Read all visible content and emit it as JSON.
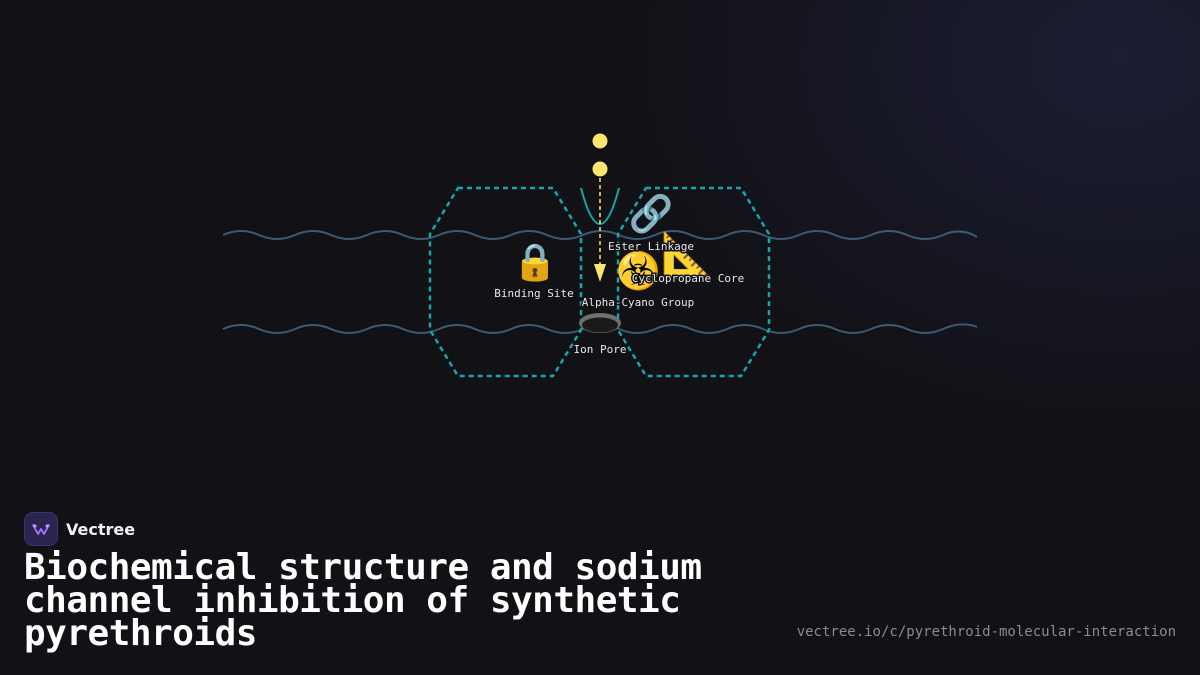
{
  "brand": {
    "name": "Vectree",
    "logo_icon": "vectree-logo-icon",
    "logo_bg": "#2a2450",
    "logo_color": "#a970ff"
  },
  "title": "Biochemical structure and sodium channel inhibition of synthetic pyrethroids",
  "url": "vectree.io/c/pyrethroid-molecular-interaction",
  "colors": {
    "background": "#111116",
    "hexagon_stroke": "#17a6ad",
    "membrane_wave": "#3d5a73",
    "signal": "#ffe66d",
    "text": "#e8e8e8"
  },
  "diagram": {
    "labels": {
      "binding_site": "Binding Site",
      "ester_linkage": "Ester Linkage",
      "cyclopropane_core": "Cyclopropane Core",
      "alpha_cyano_group": "Alpha-Cyano Group",
      "ion_pore": "Ion Pore"
    },
    "icons": {
      "binding_site": "🔒",
      "ester_linkage": "🔗",
      "cyclopropane_core": "📐",
      "alpha_cyano_group": "☣️"
    }
  }
}
